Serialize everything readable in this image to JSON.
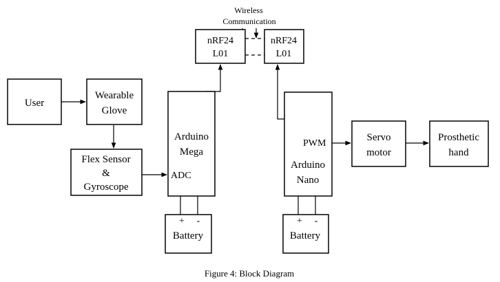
{
  "blocks": {
    "user": "User",
    "glove": [
      "Wearable",
      "Glove"
    ],
    "flex": [
      "Flex Sensor",
      "&",
      "Gyroscope"
    ],
    "mega": [
      "Arduino",
      "Mega"
    ],
    "adc": "ADC",
    "nrf_left": [
      "nRF24",
      "L01"
    ],
    "nrf_right": [
      "nRF24",
      "L01"
    ],
    "wireless": [
      "Wireless",
      "Communication"
    ],
    "nano": [
      "Arduino",
      "Nano"
    ],
    "pwm": "PWM",
    "servo": [
      "Servo",
      "motor"
    ],
    "hand": [
      "Prosthetic",
      "hand"
    ],
    "battery_left": {
      "plus": "+",
      "minus": "-",
      "label": "Battery"
    },
    "battery_right": {
      "plus": "+",
      "minus": "-",
      "label": "Battery"
    }
  },
  "caption": "Figure 4: Block Diagram"
}
